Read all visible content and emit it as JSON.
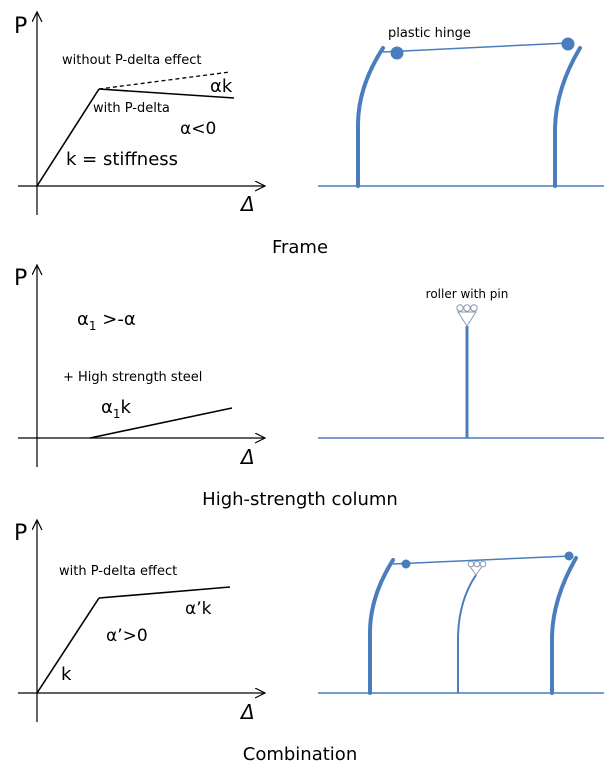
{
  "colors": {
    "ink": "#000000",
    "member": "#4a7dbd"
  },
  "axis": {
    "y_label": "P",
    "x_label": "Δ"
  },
  "panels": [
    {
      "caption": "Frame",
      "graph": {
        "without_label": "without P-delta effect",
        "with_label": "with P-delta",
        "slope_label": "αk",
        "alpha_label": "α<0",
        "stiffness_label": "k = stiffness"
      },
      "structure": {
        "hinge_label": "plastic hinge"
      }
    },
    {
      "caption": "High-strength column",
      "graph": {
        "alpha_condition": {
          "base": "α",
          "sub": "1",
          "rest": " >-α"
        },
        "steel_label": "+ High strength steel",
        "slope_label": {
          "base": "α",
          "sub": "1",
          "rest": "k"
        }
      },
      "structure": {
        "roller_label": "roller with pin"
      }
    },
    {
      "caption": "Combination",
      "graph": {
        "with_label": "with P-delta effect",
        "slope_label": "α’k",
        "alpha_label": "α’>0",
        "k_label": "k"
      }
    }
  ]
}
